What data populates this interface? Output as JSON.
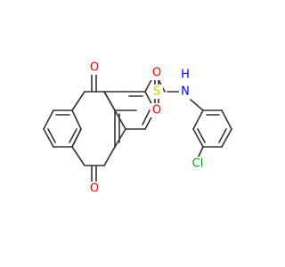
{
  "colors": {
    "bond": "#333333",
    "oxygen": "#ff0000",
    "sulfur": "#cccc00",
    "nitrogen": "#0000ff",
    "chlorine": "#00aa00",
    "background": "#ffffff"
  },
  "atoms": {
    "o_ketone_top": "O",
    "o_ketone_bottom": "O",
    "s_sulfonyl": "S",
    "o_sulfonyl_top": "O",
    "o_sulfonyl_bottom": "O",
    "n_amide": "N",
    "h_amide": "H",
    "cl_substituent": "Cl"
  }
}
